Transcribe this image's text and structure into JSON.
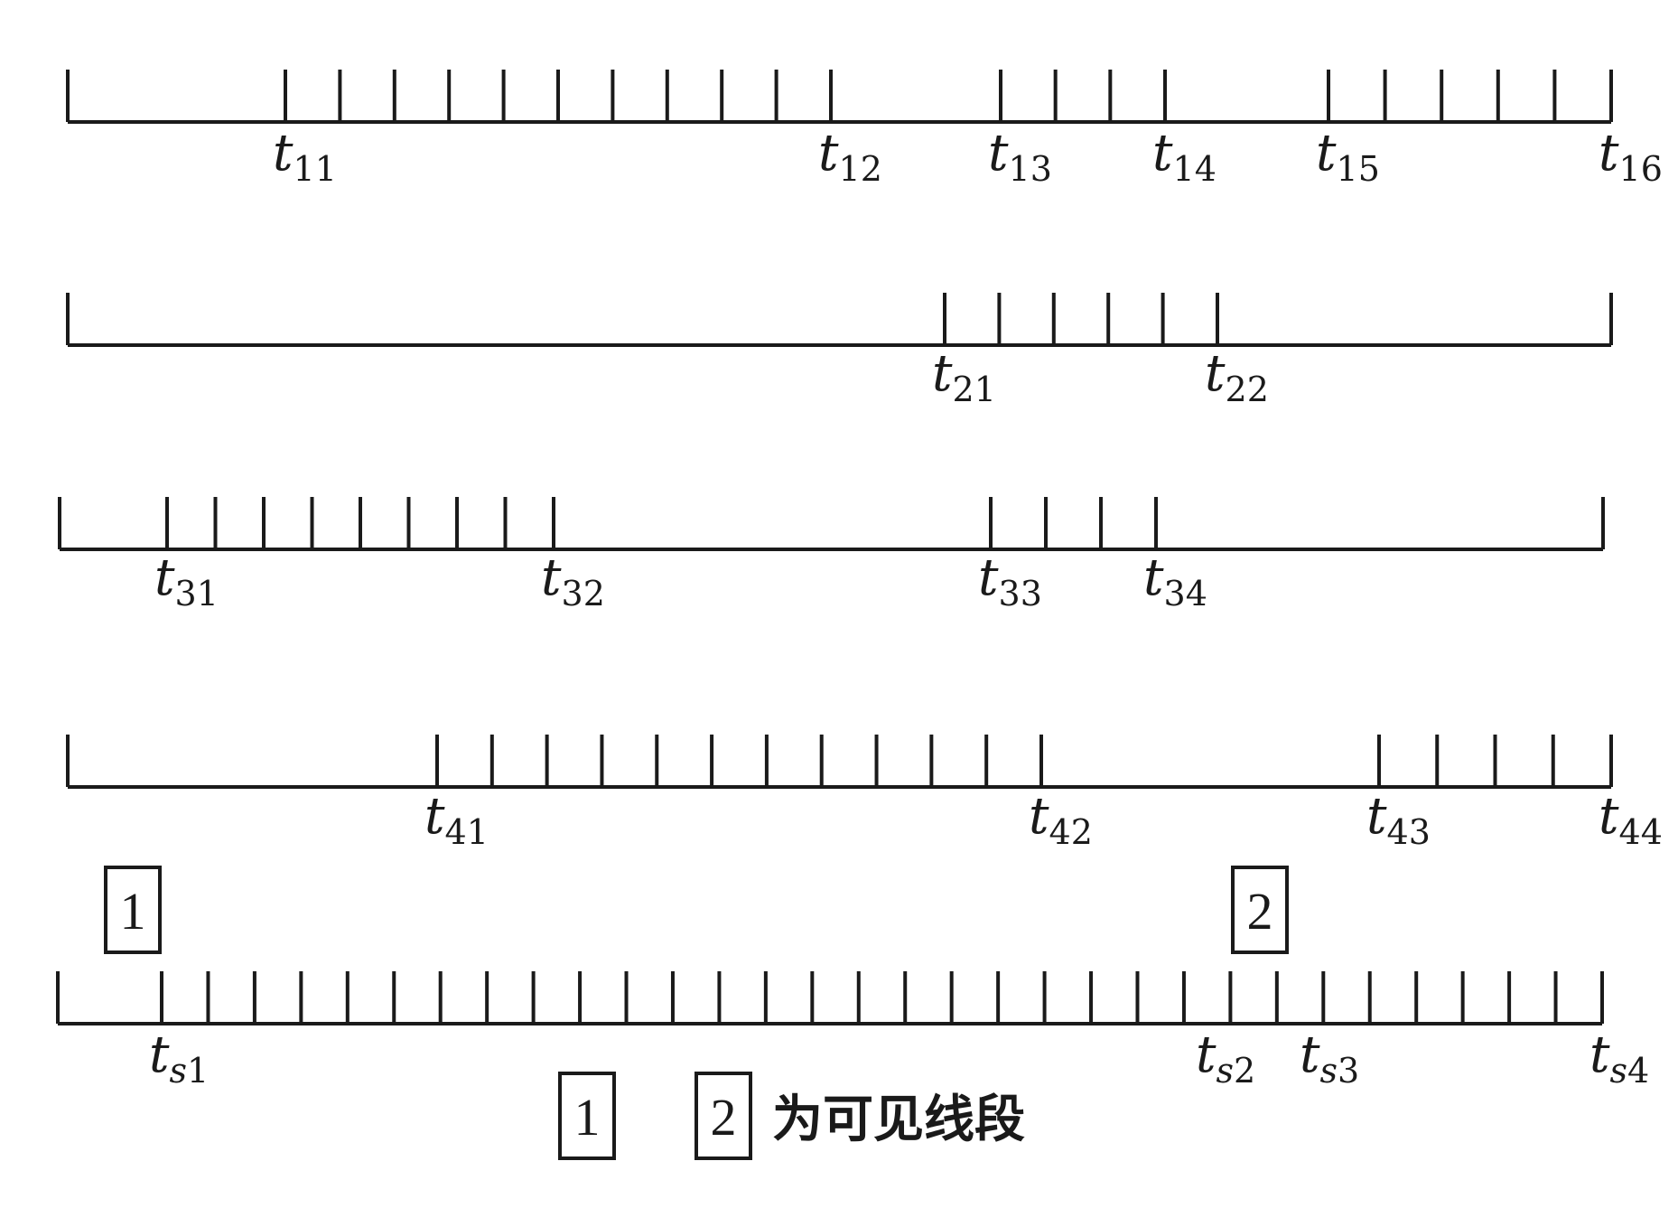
{
  "diagram": {
    "timelines": [
      {
        "id": "row1",
        "labels": [
          {
            "main": "t",
            "sub": "11"
          },
          {
            "main": "t",
            "sub": "12"
          },
          {
            "main": "t",
            "sub": "13"
          },
          {
            "main": "t",
            "sub": "14"
          },
          {
            "main": "t",
            "sub": "15"
          },
          {
            "main": "t",
            "sub": "16"
          }
        ]
      },
      {
        "id": "row2",
        "labels": [
          {
            "main": "t",
            "sub": "21"
          },
          {
            "main": "t",
            "sub": "22"
          }
        ]
      },
      {
        "id": "row3",
        "labels": [
          {
            "main": "t",
            "sub": "31"
          },
          {
            "main": "t",
            "sub": "32"
          },
          {
            "main": "t",
            "sub": "33"
          },
          {
            "main": "t",
            "sub": "34"
          }
        ]
      },
      {
        "id": "row4",
        "labels": [
          {
            "main": "t",
            "sub": "41"
          },
          {
            "main": "t",
            "sub": "42"
          },
          {
            "main": "t",
            "sub": "43"
          },
          {
            "main": "t",
            "sub": "44"
          }
        ]
      },
      {
        "id": "row5",
        "labels": [
          {
            "main": "t",
            "sub_italic": "s",
            "sub": "1"
          },
          {
            "main": "t",
            "sub_italic": "s",
            "sub": "2"
          },
          {
            "main": "t",
            "sub_italic": "s",
            "sub": "3"
          },
          {
            "main": "t",
            "sub_italic": "s",
            "sub": "4"
          }
        ]
      }
    ],
    "segment_boxes": [
      "1",
      "2"
    ],
    "legend": {
      "boxes": [
        "1",
        "2"
      ],
      "text": "为可见线段"
    },
    "colors": {
      "ink": "#1a1a1a",
      "background": "#ffffff"
    }
  }
}
